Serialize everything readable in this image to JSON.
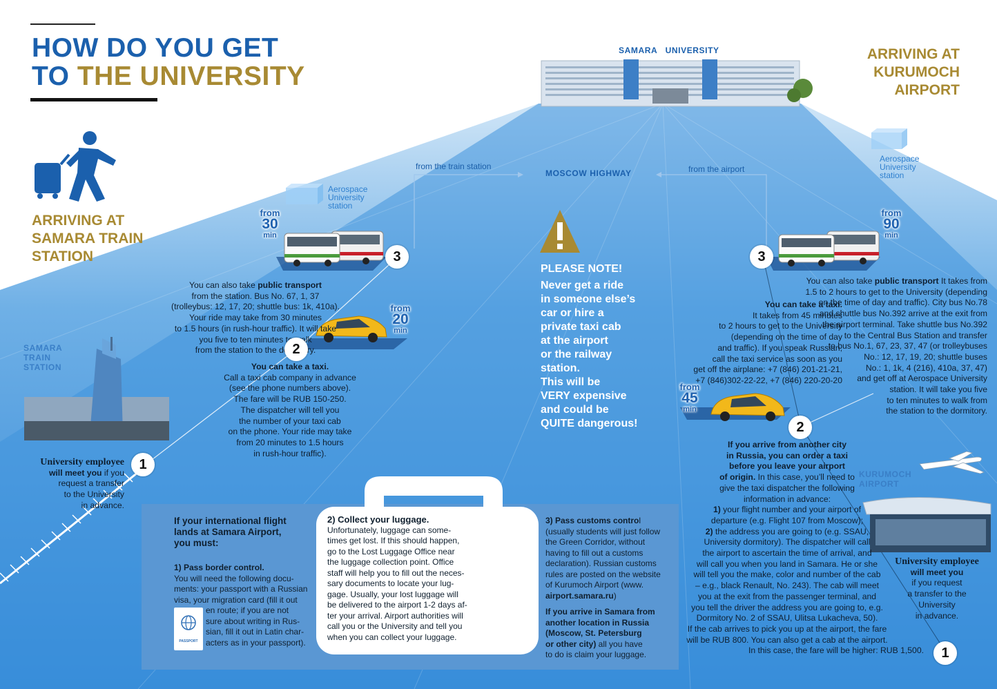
{
  "header": {
    "title_line1": "HOW DO YOU GET",
    "title_line2_blue": "TO",
    "title_line2_gold": "THE UNIVERSITY"
  },
  "left_section": {
    "heading": [
      "ARRIVING AT",
      "SAMARA TRAIN",
      "STATION"
    ],
    "station_label": [
      "SAMARA",
      "TRAIN",
      "STATION"
    ],
    "aerospace_label": [
      "Aerospace",
      "University",
      "station"
    ],
    "step1": {
      "number": "1",
      "lines": [
        {
          "bold": "University employee",
          "text": ""
        },
        {
          "bold": "will meet you",
          "text": " if you"
        },
        {
          "bold": "",
          "text": "request a transfer"
        },
        {
          "bold": "",
          "text": "to the University"
        },
        {
          "bold": "",
          "text": "in advance."
        }
      ]
    },
    "step2": {
      "number": "2",
      "badge_from": "from",
      "badge_value": "20",
      "badge_unit": "min",
      "lines": [
        {
          "bold": "You can take a taxi.",
          "text": ""
        },
        {
          "bold": "",
          "text": "Call a taxi cab company in advance"
        },
        {
          "bold": "",
          "text": "(see the phone numbers above)."
        },
        {
          "bold": "",
          "text": "The fare will be RUB 150-250."
        },
        {
          "bold": "",
          "text": "The dispatcher will tell you"
        },
        {
          "bold": "",
          "text": "the number of your taxi cab"
        },
        {
          "bold": "",
          "text": "on the phone. Your ride may take"
        },
        {
          "bold": "",
          "text": "from 20 minutes to 1.5 hours"
        },
        {
          "bold": "",
          "text": "in rush-hour traffic)."
        }
      ]
    },
    "step3": {
      "number": "3",
      "badge_from": "from",
      "badge_value": "30",
      "badge_unit": "min",
      "lines": [
        {
          "pre": "You can also take ",
          "bold": "public transport",
          "text": ""
        },
        {
          "pre": "",
          "bold": "",
          "text": "from the station. Bus No. 67, 1, 37"
        },
        {
          "pre": "",
          "bold": "",
          "text": "(trolleybus: 12, 17, 20; shuttle bus: 1k, 410a)."
        },
        {
          "pre": "",
          "bold": "",
          "text": "Your ride may take from 30 minutes"
        },
        {
          "pre": "",
          "bold": "",
          "text": "to 1.5 hours (in rush-hour traffic). It will take"
        },
        {
          "pre": "",
          "bold": "",
          "text": "you five to ten minutes to walk"
        },
        {
          "pre": "",
          "bold": "",
          "text": "from the station to the dormitory."
        }
      ]
    }
  },
  "center": {
    "university_label": "SAMARA   UNIVERSITY",
    "highway_label": "MOSCOW HIGHWAY",
    "from_train": "from the train station",
    "from_airport": "from the airport",
    "note_head": "PLEASE NOTE!",
    "note_lines": [
      "Never get a ride",
      "in someone else’s",
      "car or hire a",
      "private taxi cab",
      "at the airport",
      "or the railway",
      "station.",
      "This will be",
      "VERY expensive",
      "and could be",
      "QUITE dangerous!"
    ]
  },
  "right_section": {
    "heading": [
      "ARRIVING AT",
      "KURUMOCH",
      "AIRPORT"
    ],
    "airport_label": [
      "KURUMOCH",
      "AIRPORT"
    ],
    "aerospace_label": [
      "Aerospace",
      "University",
      "station"
    ],
    "step3": {
      "number": "3",
      "badge_from": "from",
      "badge_value": "90",
      "badge_unit": "min",
      "lines": [
        {
          "pre": "You can also take ",
          "bold": "public transport",
          "text": " It takes from"
        },
        {
          "pre": "",
          "bold": "",
          "text": "1.5 to 2 hours to get to the University (depending"
        },
        {
          "pre": "",
          "bold": "",
          "text": "on the time of day and traffic). City bus No.78"
        },
        {
          "pre": "",
          "bold": "",
          "text": "and shuttle bus No.392 arrive at the exit from"
        },
        {
          "pre": "",
          "bold": "",
          "text": "the airport terminal. Take shuttle bus No.392"
        },
        {
          "pre": "",
          "bold": "",
          "text": "to the Central Bus Station and transfer"
        },
        {
          "pre": "",
          "bold": "",
          "text": "to bus No.1, 67, 23, 37, 47 (or trolleybuses"
        },
        {
          "pre": "",
          "bold": "",
          "text": "No.: 12, 17, 19, 20; shuttle buses"
        },
        {
          "pre": "",
          "bold": "",
          "text": "No.: 1, 1k, 4 (216), 410a, 37, 47)"
        },
        {
          "pre": "",
          "bold": "",
          "text": "and get off at Aerospace University"
        },
        {
          "pre": "",
          "bold": "",
          "text": "station. It will take you five"
        },
        {
          "pre": "",
          "bold": "",
          "text": "to ten minutes to walk from"
        },
        {
          "pre": "",
          "bold": "",
          "text": "the station to the dormitory."
        }
      ]
    },
    "step2": {
      "number": "2",
      "badge_from": "from",
      "badge_value": "45",
      "badge_unit": "min",
      "lines": [
        {
          "bold": "You can take a taxi.",
          "text": ""
        },
        {
          "bold": "",
          "text": "It takes from 45 minutes"
        },
        {
          "bold": "",
          "text": "to 2 hours to get to the University"
        },
        {
          "bold": "",
          "text": "(depending on the time of day"
        },
        {
          "bold": "",
          "text": "and traffic). If you speak Russian,"
        },
        {
          "bold": "",
          "text": "call the taxi service as soon as you"
        },
        {
          "bold": "",
          "text": "get off the airplane: +7 (846) 201-21-21,"
        },
        {
          "bold": "",
          "text": "+7 (846)302-22-22, +7 (846) 220-20-20"
        }
      ]
    },
    "step1": {
      "number": "1",
      "other_city_lines": [
        {
          "bold": "If you arrive from another city",
          "text": ""
        },
        {
          "bold": "in Russia, you can order a taxi",
          "text": ""
        },
        {
          "bold": "before you leave your airport",
          "text": ""
        },
        {
          "bold": "of origin.",
          "text": " In this case, you’ll need to"
        },
        {
          "bold": "",
          "text": "give the taxi dispatcher the following"
        },
        {
          "bold": "",
          "text": "information in advance:"
        },
        {
          "bold": "1)",
          "text": " your flight number and your airport of"
        },
        {
          "bold": "",
          "text": "departure (e.g. Flight 107 from Moscow);"
        },
        {
          "bold": "2)",
          "text": " the address you are going to (e.g. SSAU,"
        },
        {
          "bold": "",
          "text": "University dormitory). The dispatcher will call"
        },
        {
          "bold": "",
          "text": "the airport to ascertain the time of arrival, and"
        },
        {
          "bold": "",
          "text": "will call you when you land in Samara. He or she"
        },
        {
          "bold": "",
          "text": "will tell you the make, color and number of the cab"
        },
        {
          "bold": "",
          "text": "– e.g., black Renault, No. 243). The cab will meet"
        },
        {
          "bold": "",
          "text": "you at the exit from the passenger terminal, and"
        },
        {
          "bold": "",
          "text": "you tell the driver the address you are going to, e.g."
        },
        {
          "bold": "",
          "text": "Dormitory No. 2 of SSAU, Ulitsa Lukacheva, 50)."
        },
        {
          "bold": "",
          "text": "If the cab arrives to pick you up at the airport, the fare"
        },
        {
          "bold": "",
          "text": "will be RUB 800. You can also get a cab at the airport."
        },
        {
          "bold": "",
          "text": "In this case, the fare will be higher: RUB 1,500."
        }
      ],
      "meet_lines": [
        {
          "bold": "University employee",
          "text": ""
        },
        {
          "bold": "will meet you",
          "text": ""
        },
        {
          "bold": "",
          "text": "if you request"
        },
        {
          "bold": "",
          "text": "a transfer to the"
        },
        {
          "bold": "",
          "text": "University"
        },
        {
          "bold": "",
          "text": "in advance."
        }
      ]
    }
  },
  "bottom_panel": {
    "intro": [
      "If your international flight",
      "lands at Samara Airport,",
      "you must:"
    ],
    "step1_title": "1) Pass border control.",
    "step1_lines": [
      "You will need the following docu-",
      "ments: your passport with a Russian",
      "visa, your migration card (fill it out"
    ],
    "step1_lines_indented": [
      "en route; if you are not",
      "sure about writing in Rus-",
      "sian, fill it out in Latin char-",
      "acters as in your passport)."
    ],
    "passport_label": "PASSPORT",
    "step2_title": "2) Collect your luggage.",
    "step2_lines": [
      "Unfortunately, luggage can some-",
      "times get lost. If this should happen,",
      "go to the Lost Luggage Office near",
      "the luggage collection point. Office",
      "staff will help you to fill out the neces-",
      "sary documents to locate your lug-",
      "gage. Usually, your lost luggage will",
      "be delivered to the airport 1-2 days af-",
      "ter your arrival. Airport authorities will",
      "call you or the University and tell you",
      "when you can collect your luggage."
    ],
    "step3_title_bold": "3) Pass customs contro",
    "step3_title_rest": "l",
    "step3_lines": [
      "(usually students will just follow",
      "the Green Corridor, without",
      "having to fill out a customs",
      "declaration). Russian customs",
      "rules are posted on the website",
      "of Kurumoch Airport (www."
    ],
    "step3_site": "airport.samara.ru",
    "step3_site_after": ")",
    "other_lines_bold": [
      "If you arrive in Samara from",
      "another location in Russia",
      "(Moscow, St. Petersburg",
      "or other city)"
    ],
    "other_tail": " all you have",
    "other_last": "to do is claim your luggage."
  },
  "colors": {
    "brand_blue": "#1b60ad",
    "gold": "#a88a33",
    "sky_blue": "#3a8fd8",
    "panel_blue": "#5a97d3"
  }
}
